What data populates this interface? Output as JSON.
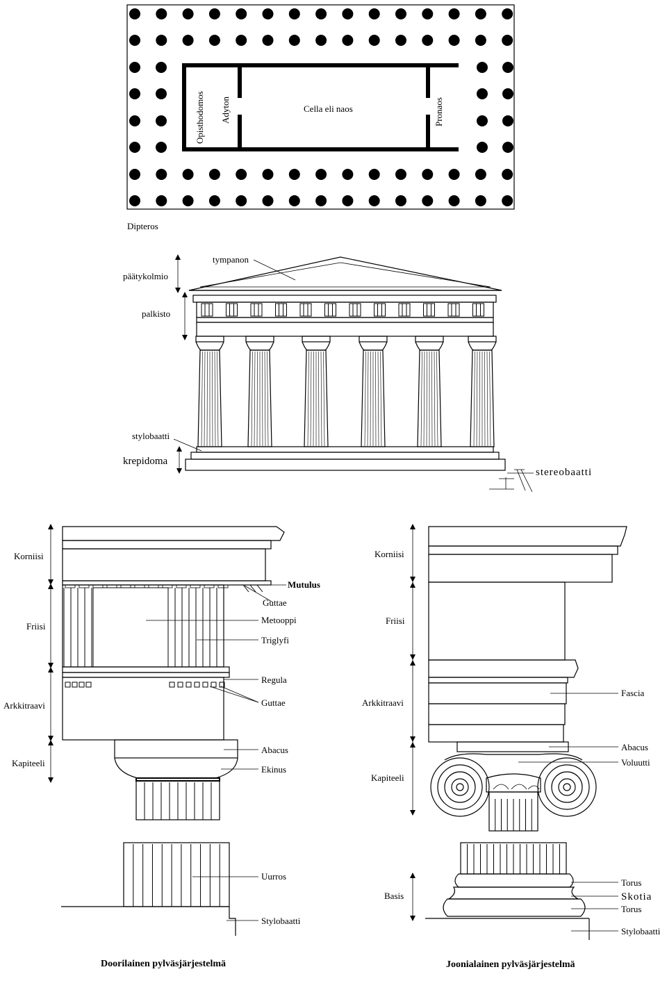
{
  "plan": {
    "caption": "Dipteros",
    "rooms": {
      "opisthodomos": "Opisthodomos",
      "adyton": "Adyton",
      "cella": "Cella eli naos",
      "pronaos": "Pronaos"
    }
  },
  "elevation": {
    "labels": {
      "paatykolmio": "päätykolmio",
      "tympanon": "tympanon",
      "palkisto": "palkisto",
      "stylobaatti": "stylobaatti",
      "krepidoma": "krepidoma",
      "stereobaatti": "stereobaatti"
    }
  },
  "doric": {
    "caption": "Doorilainen pylväsjärjestelmä",
    "zones": {
      "korniisi": "Korniisi",
      "friisi": "Friisi",
      "arkkitraavi": "Arkkitraavi",
      "kapiteeli": "Kapiteeli"
    },
    "parts": {
      "mutulus": "Mutulus",
      "guttae_top": "Guttae",
      "metooppi": "Metooppi",
      "triglyfi": "Triglyfi",
      "regula": "Regula",
      "guttae": "Guttae",
      "abacus": "Abacus",
      "ekinus": "Ekinus",
      "uurros": "Uurros",
      "stylobaatti": "Stylobaatti"
    }
  },
  "ionic": {
    "caption": "Joonialainen pylväsjärjestelmä",
    "zones": {
      "korniisi": "Korniisi",
      "friisi": "Friisi",
      "arkkitraavi": "Arkkitraavi",
      "kapiteeli": "Kapiteeli",
      "basis": "Basis"
    },
    "parts": {
      "fascia": "Fascia",
      "abacus": "Abacus",
      "voluutti": "Voluutti",
      "torus_top": "Torus",
      "skotia": "Skotia",
      "torus_bottom": "Torus",
      "stylobaatti": "Stylobaatti"
    }
  }
}
